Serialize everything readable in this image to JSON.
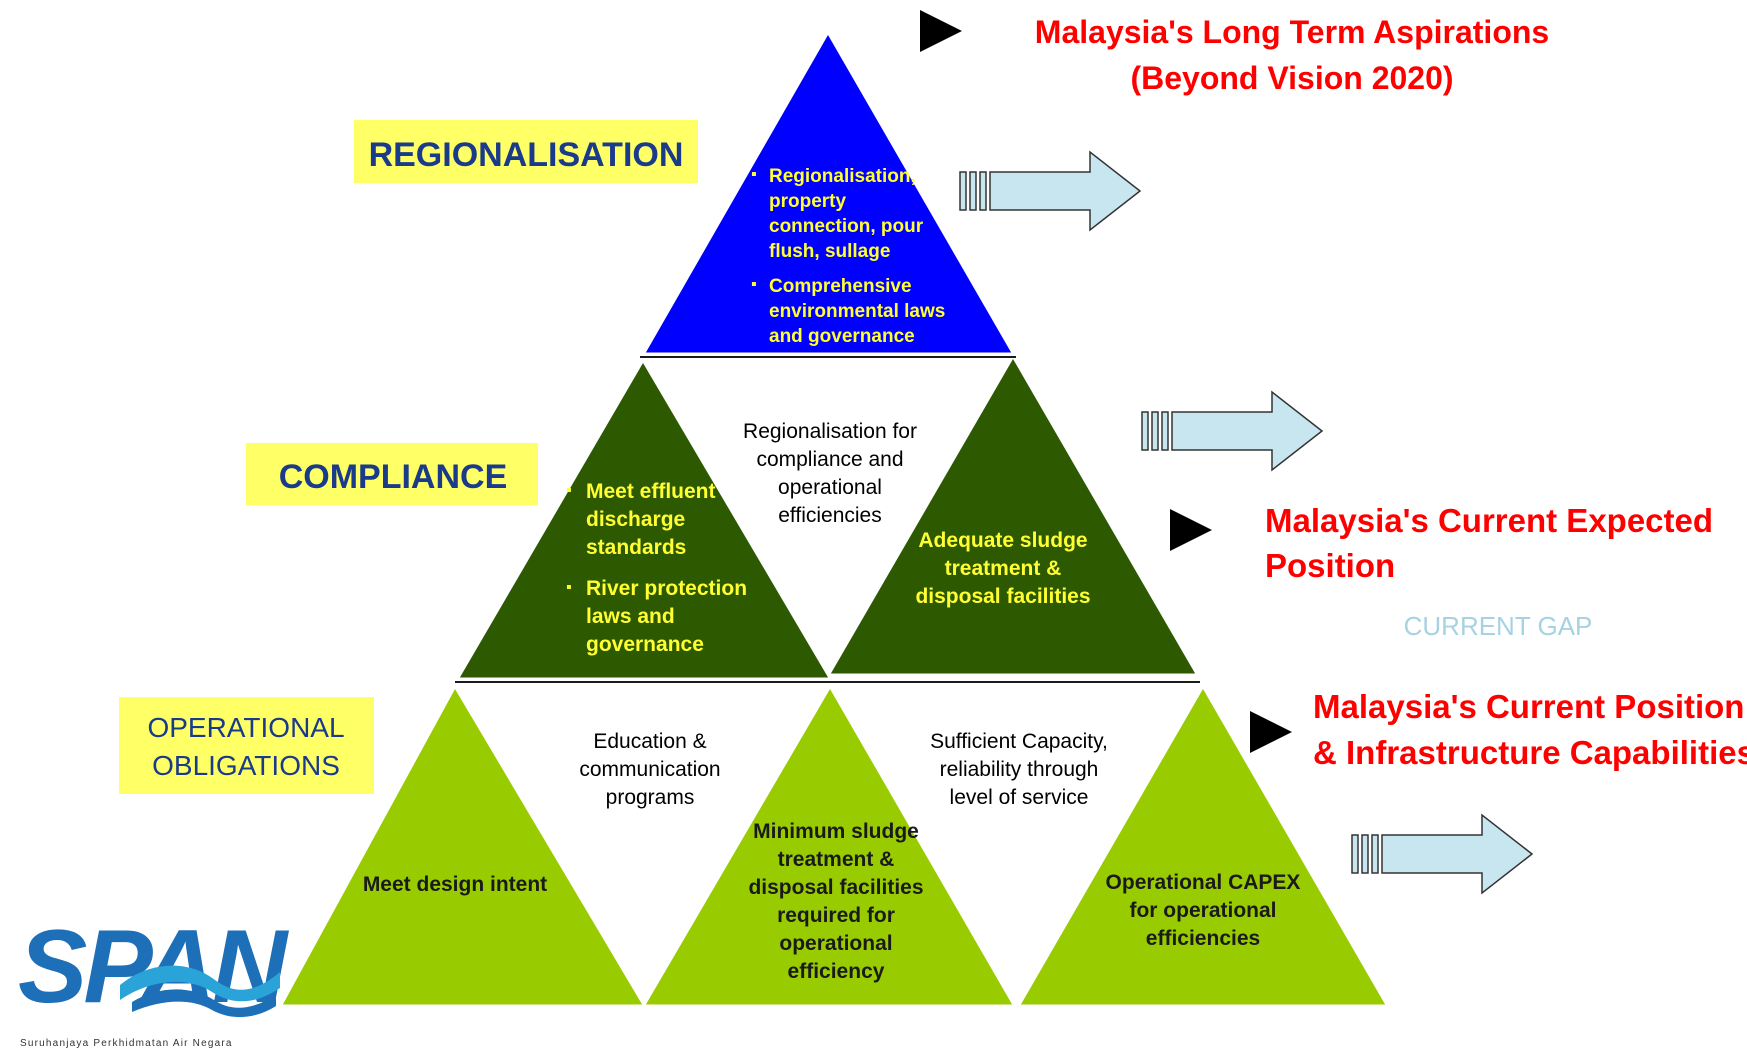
{
  "colors": {
    "top_tier": "#0000ff",
    "middle_tier": "#2d5a00",
    "bottom_tier": "#99cc00",
    "label_box": "#ffff66",
    "label_text": "#1a3a8a",
    "red_text": "#ff0000",
    "yellow_text": "#ffff33",
    "arrow_fill": "#c7e6ef",
    "gap_text": "#a7d2e2"
  },
  "tiers": {
    "regionalisation": "REGIONALISATION",
    "compliance": "COMPLIANCE",
    "operational_line1": "OPERATIONAL",
    "operational_line2": "OBLIGATIONS"
  },
  "top_triangle": {
    "bullet1": [
      "Regionalisation,",
      "property",
      "connection, pour",
      "flush, sullage"
    ],
    "bullet2": [
      "Comprehensive",
      "environmental laws",
      "and governance"
    ]
  },
  "compliance_left": {
    "bullet1": [
      "Meet effluent",
      "discharge",
      "standards"
    ],
    "bullet2": [
      "River protection",
      "laws and",
      "governance"
    ]
  },
  "compliance_center": [
    "Regionalisation for",
    "compliance and",
    "operational",
    "efficiencies"
  ],
  "compliance_right": [
    "Adequate sludge",
    "treatment &",
    "disposal facilities"
  ],
  "operational": {
    "left": [
      "Meet design intent"
    ],
    "gap1": [
      "Education &",
      "communication",
      "programs"
    ],
    "middle": [
      "Minimum sludge",
      "treatment &",
      "disposal facilities",
      "required for",
      "operational",
      "efficiency"
    ],
    "gap2": [
      "Sufficient Capacity,",
      "reliability through",
      "level of service"
    ],
    "right": [
      "Operational CAPEX",
      "for operational",
      "efficiencies"
    ]
  },
  "positions": {
    "long_term": [
      "Malaysia's Long Term Aspirations",
      "(Beyond Vision 2020)"
    ],
    "current_expected": [
      "Malaysia's Current Expected",
      "Position"
    ],
    "current_gap": "CURRENT GAP",
    "current": [
      "Malaysia's Current Position",
      "& Infrastructure Capabilities"
    ]
  },
  "logo": {
    "text": "SPAN",
    "tagline": "Suruhanjaya Perkhidmatan Air Negara"
  }
}
